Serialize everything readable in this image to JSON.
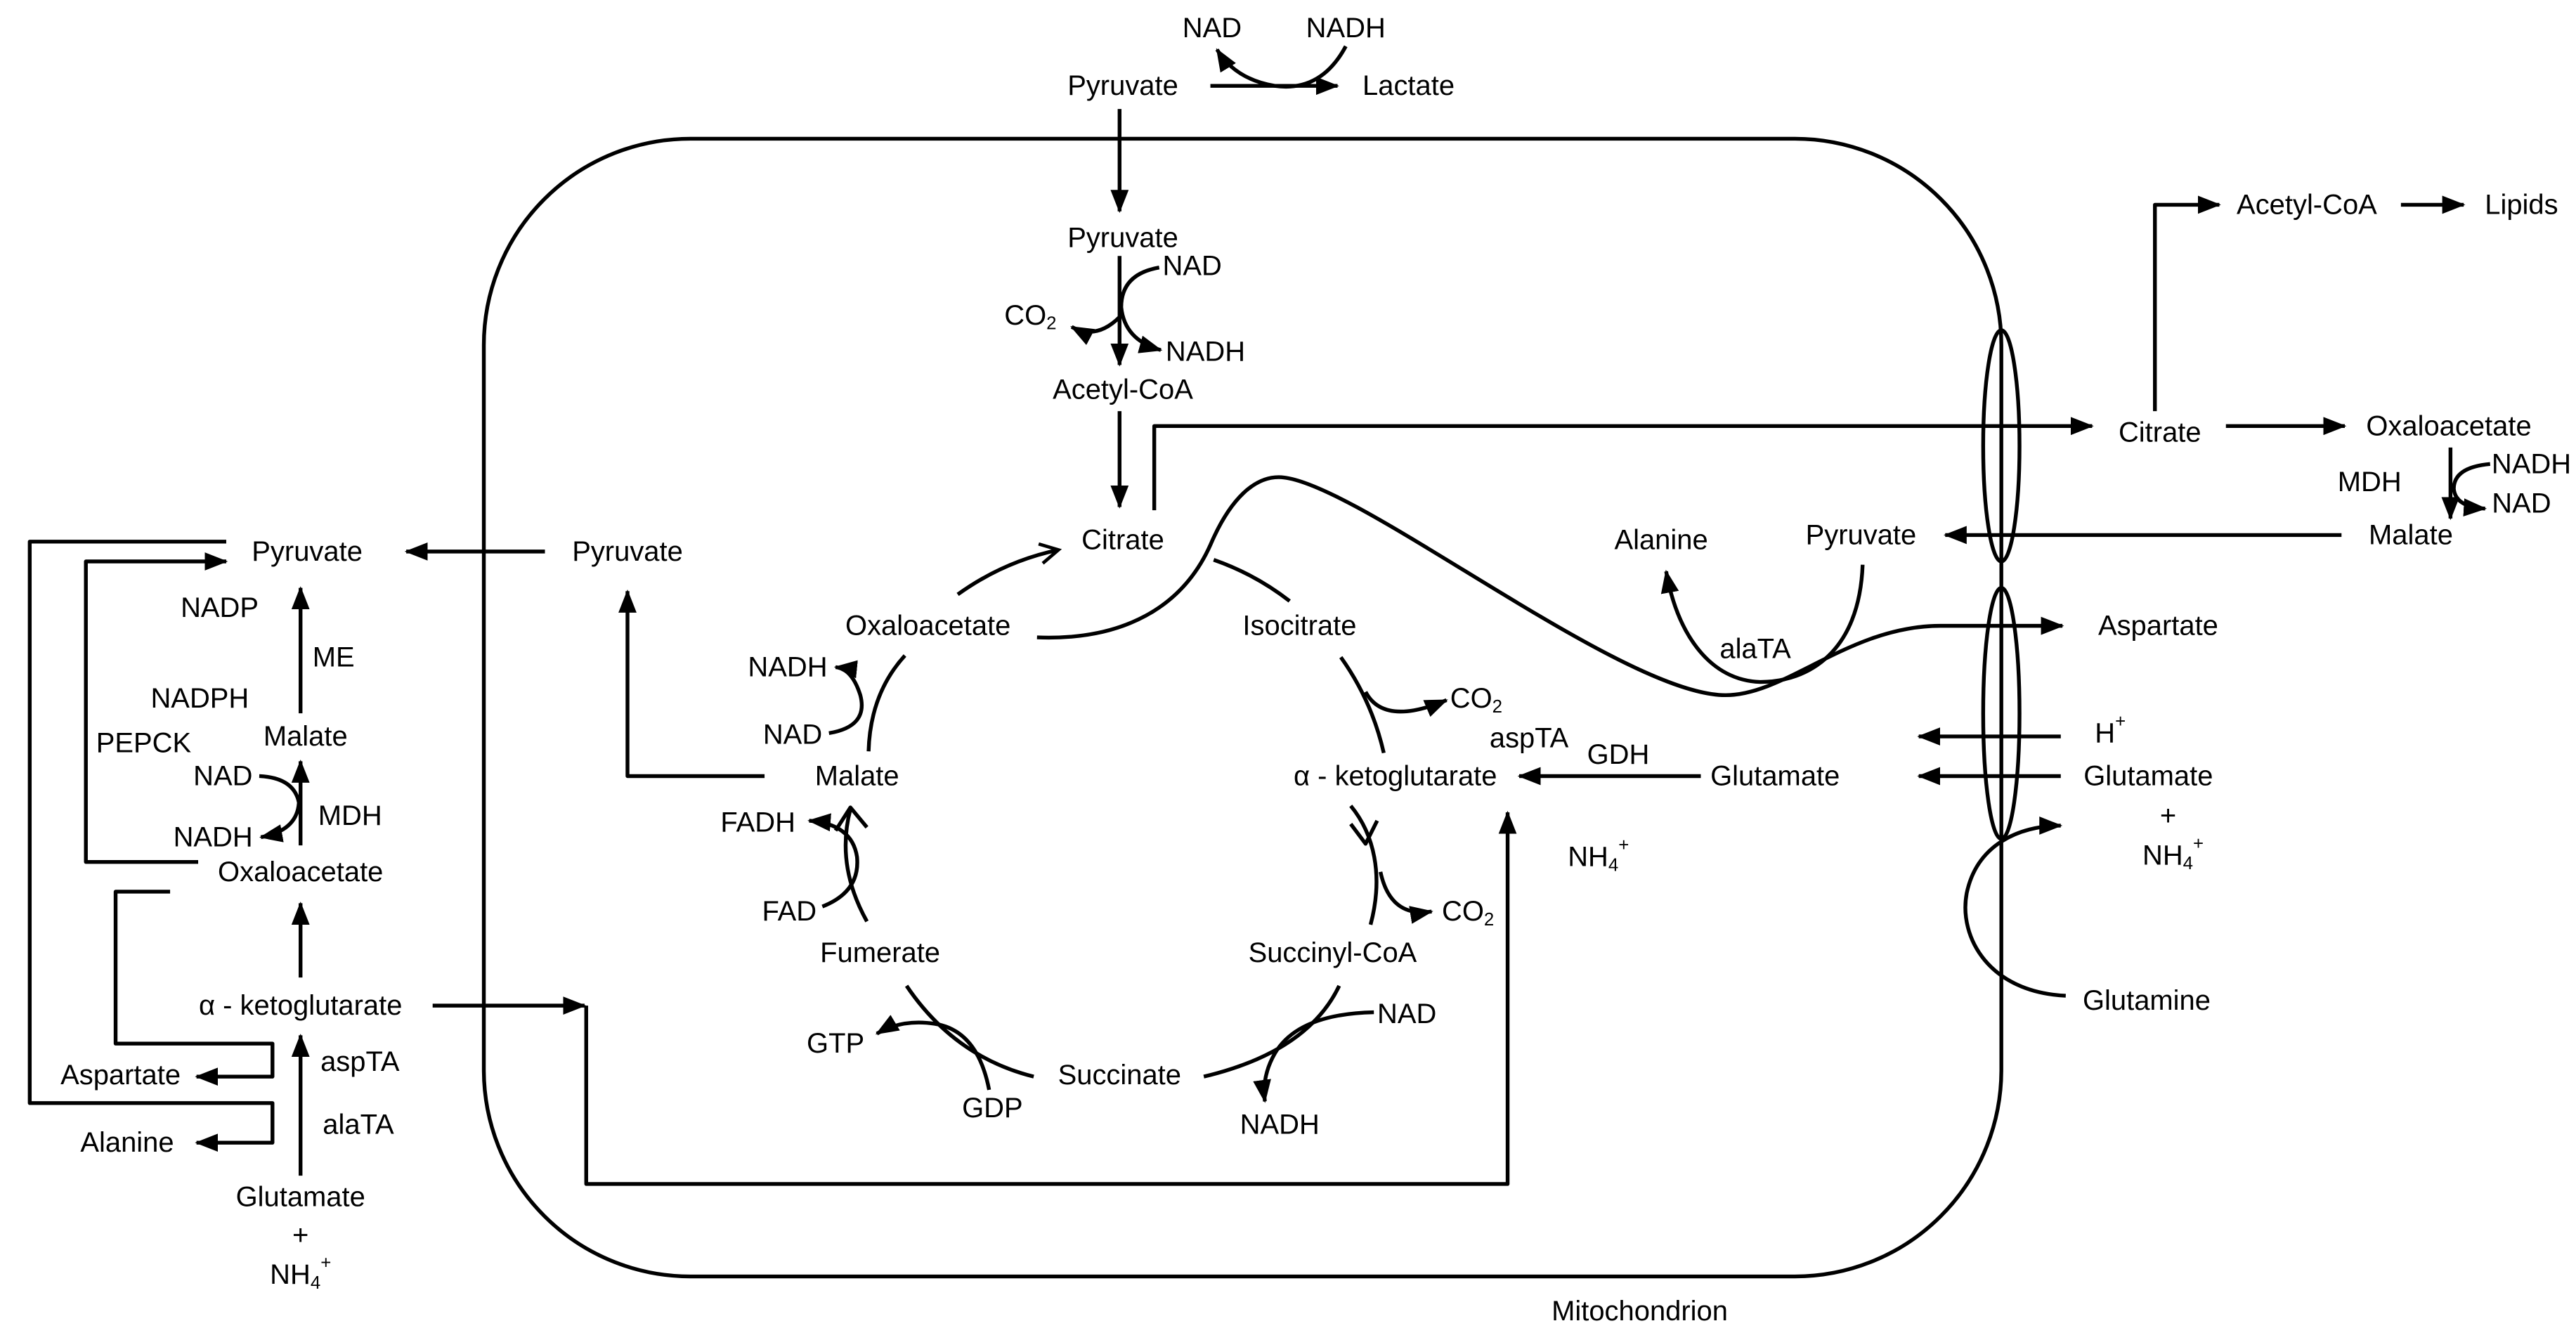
{
  "colors": {
    "ink": "#000000",
    "background": "#ffffff"
  },
  "top": {
    "nad": "NAD",
    "nadh": "NADH",
    "pyruvate": "Pyruvate",
    "lactate": "Lactate"
  },
  "matrix": {
    "pyruvate": "Pyruvate",
    "pdh_nad": "NAD",
    "pdh_co2": {
      "base": "CO",
      "sub": "2"
    },
    "pdh_nadh": "NADH",
    "acetyl_coa": "Acetyl-CoA",
    "citrate": "Citrate",
    "oxaloacetate": "Oxaloacetate",
    "isocitrate": "Isocitrate",
    "mdh_nadh": "NADH",
    "mdh_nad": "NAD",
    "idh_co2": {
      "base": "CO",
      "sub": "2"
    },
    "asp_ta": "aspTA",
    "gdh": "GDH",
    "malate": "Malate",
    "alpha_kg": "α - ketoglutarate",
    "fadh": "FADH",
    "nh4": {
      "base": "NH",
      "sub": "4",
      "sup": "+"
    },
    "fad": "FAD",
    "kgdh_co2": {
      "base": "CO",
      "sub": "2"
    },
    "fumerate": "Fumerate",
    "succinyl_coa": "Succinyl-CoA",
    "scs_nad": "NAD",
    "gtp": "GTP",
    "succinate": "Succinate",
    "gdp": "GDP",
    "scs_nadh": "NADH",
    "pyruvate_export": "Pyruvate",
    "alanine": "Alanine",
    "pyruvate_right": "Pyruvate",
    "ala_ta": "alaTA",
    "glutamate": "Glutamate",
    "compartment_label": "Mitochondrion"
  },
  "cytosol_left": {
    "pyruvate": "Pyruvate",
    "nadp": "NADP",
    "me": "ME",
    "nadph": "NADPH",
    "pepck": "PEPCK",
    "malate": "Malate",
    "nad": "NAD",
    "mdh": "MDH",
    "nadh": "NADH",
    "oxaloacetate": "Oxaloacetate",
    "alpha_kg": "α - ketoglutarate",
    "asp_ta": "aspTA",
    "aspartate": "Aspartate",
    "ala_ta": "alaTA",
    "alanine": "Alanine",
    "glutamate": "Glutamate",
    "plus": "+",
    "nh4": {
      "base": "NH",
      "sub": "4",
      "sup": "+"
    }
  },
  "cytosol_right": {
    "acetyl_coa": "Acetyl-CoA",
    "lipids": "Lipids",
    "citrate": "Citrate",
    "oxaloacetate": "Oxaloacetate",
    "nadh": "NADH",
    "mdh": "MDH",
    "nad": "NAD",
    "malate": "Malate",
    "aspartate": "Aspartate",
    "h": {
      "base": "H",
      "sup": "+"
    },
    "glutamate": "Glutamate",
    "plus": "+",
    "nh4": {
      "base": "NH",
      "sub": "4",
      "sup": "+"
    },
    "glutamine": "Glutamine"
  }
}
